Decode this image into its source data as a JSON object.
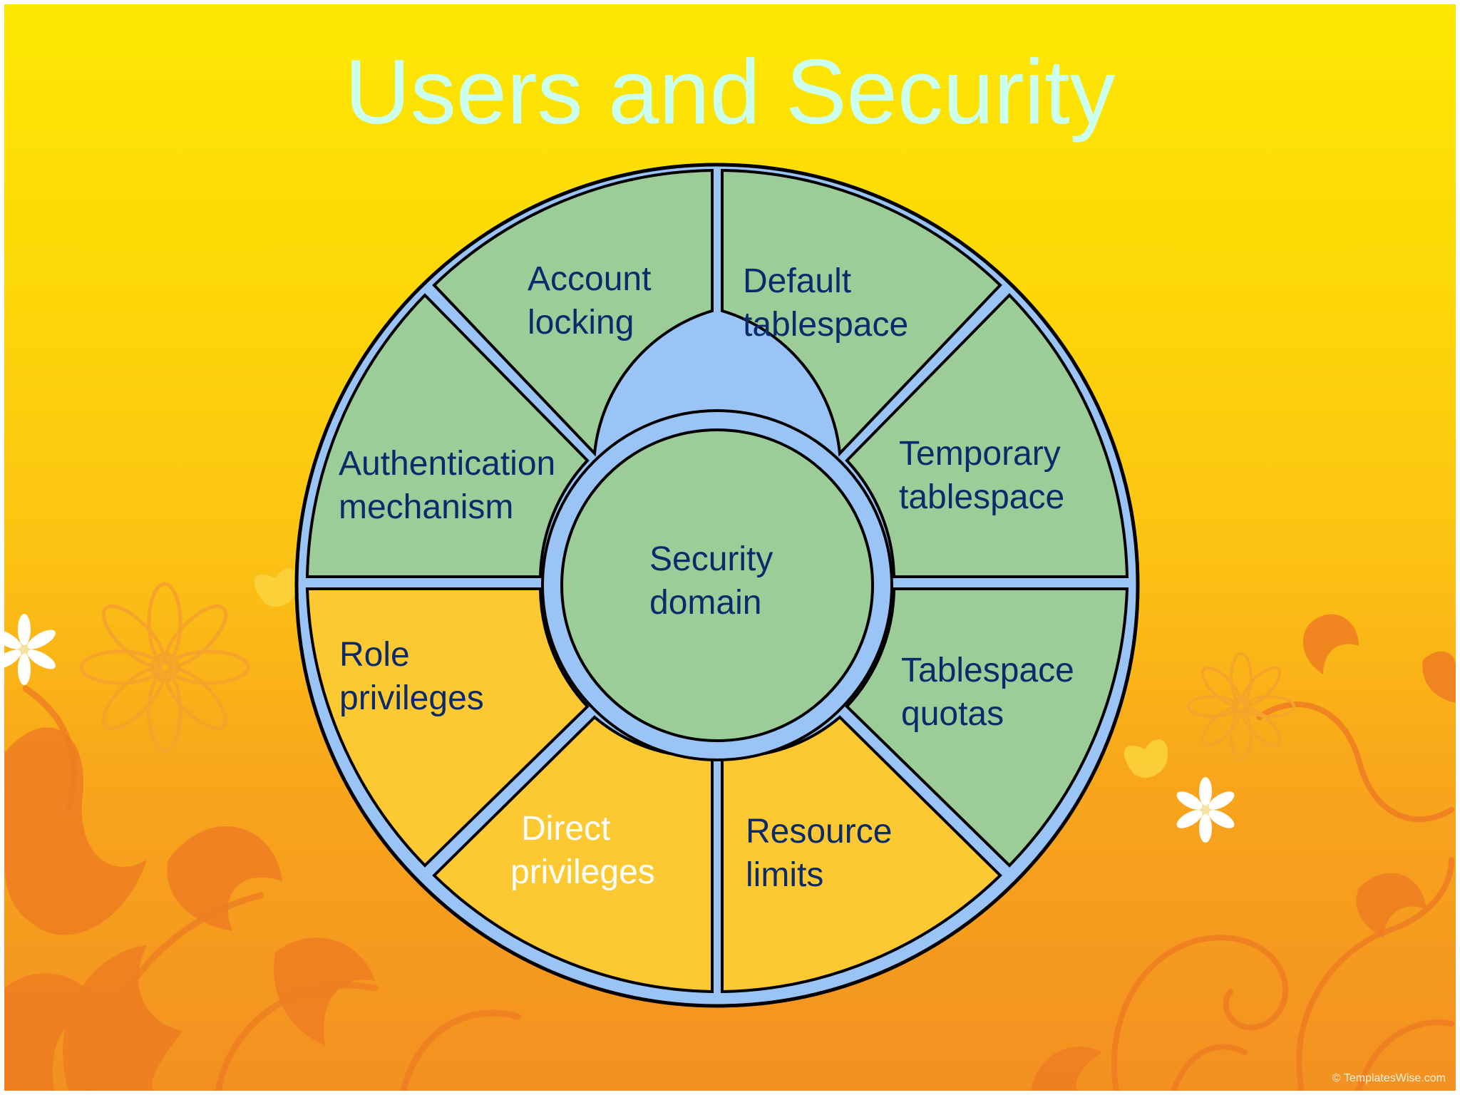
{
  "title": "Users and Security",
  "center": {
    "line1": "Security",
    "line2": "domain"
  },
  "segments": [
    {
      "line1": "Account",
      "line2": "locking",
      "color": "#9ccc98"
    },
    {
      "line1": "Default",
      "line2": "tablespace",
      "color": "#9ccc98"
    },
    {
      "line1": "Authentication",
      "line2": "mechanism",
      "color": "#9ccc98"
    },
    {
      "line1": "Temporary",
      "line2": "tablespace",
      "color": "#9ccc98"
    },
    {
      "line1": "Role",
      "line2": "privileges",
      "color": "#fdc933"
    },
    {
      "line1": "Tablespace",
      "line2": "quotas",
      "color": "#9ccc98"
    },
    {
      "line1": "Direct",
      "line2": "privileges",
      "color": "#fdc933"
    },
    {
      "line1": "Resource",
      "line2": "limits",
      "color": "#fdc933"
    }
  ],
  "colors": {
    "ring_blue": "#99c4f5",
    "outline": "#000000",
    "label_text": "#0b2a6b",
    "title_text": "#ccffee"
  },
  "watermark": "© TemplatesWise.com"
}
